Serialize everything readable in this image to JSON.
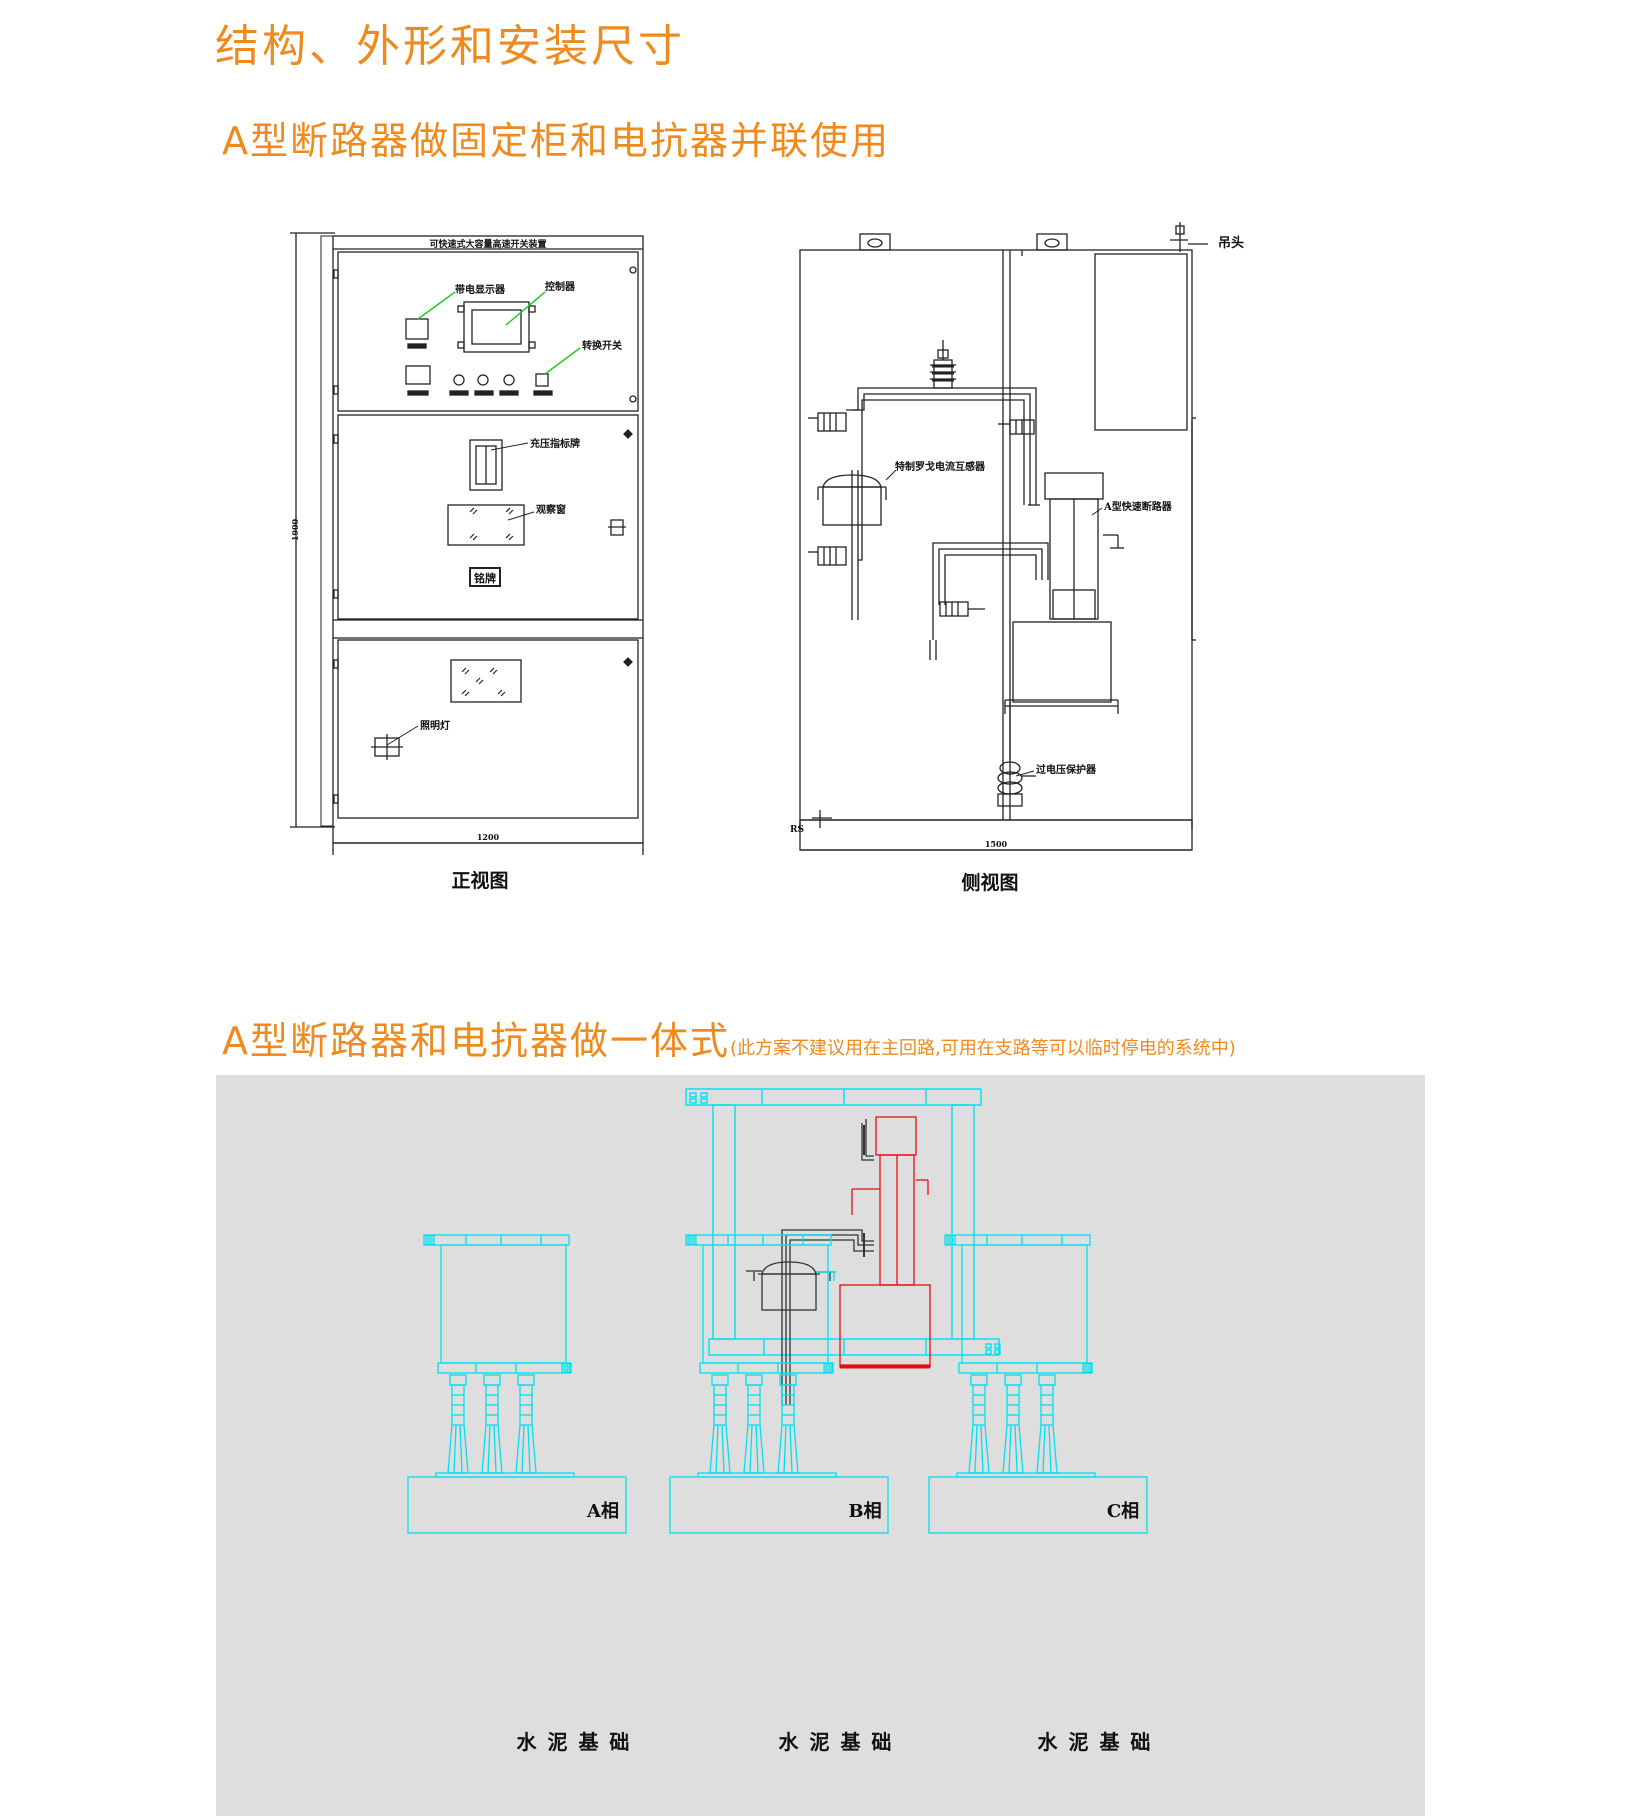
{
  "headings": {
    "main": "结构、外形和安装尺寸",
    "section1": "A型断路器做固定柜和电抗器并联使用",
    "section2": "A型断路器和电抗器做一体式",
    "section2_note": "(此方案不建议用在主回路,可用在支路等可以临时停电的系统中)"
  },
  "front_view": {
    "caption": "正视图",
    "nameplate": "可快速式大容量高速开关装置",
    "labels": {
      "live_indicator": "带电显示器",
      "controller": "控制器",
      "selector_switch": "转换开关",
      "charge_indicator": "充压指标牌",
      "observation_window": "观察窗",
      "nameplate_plate": "铭牌",
      "lamp": "照明灯"
    },
    "dim_height": "1900",
    "dim_width": "1200"
  },
  "side_view": {
    "caption": "侧视图",
    "labels": {
      "eyebolt": "吊头",
      "ct": "特制罗戈电流互感器",
      "breaker": "A型快速断路器",
      "surge": "过电压保护器",
      "ground": "RS"
    },
    "dim_width": "1500"
  },
  "integrated": {
    "phases": [
      "A相",
      "B相",
      "C相"
    ],
    "foundation_label": "水 泥 基 础",
    "colors": {
      "frame": "#00e0f0",
      "breaker": "#e01010",
      "parts": "#333333",
      "panel": "#dedede"
    }
  },
  "colors": {
    "heading": "#ee8a1e",
    "leader": "#22cc22"
  }
}
